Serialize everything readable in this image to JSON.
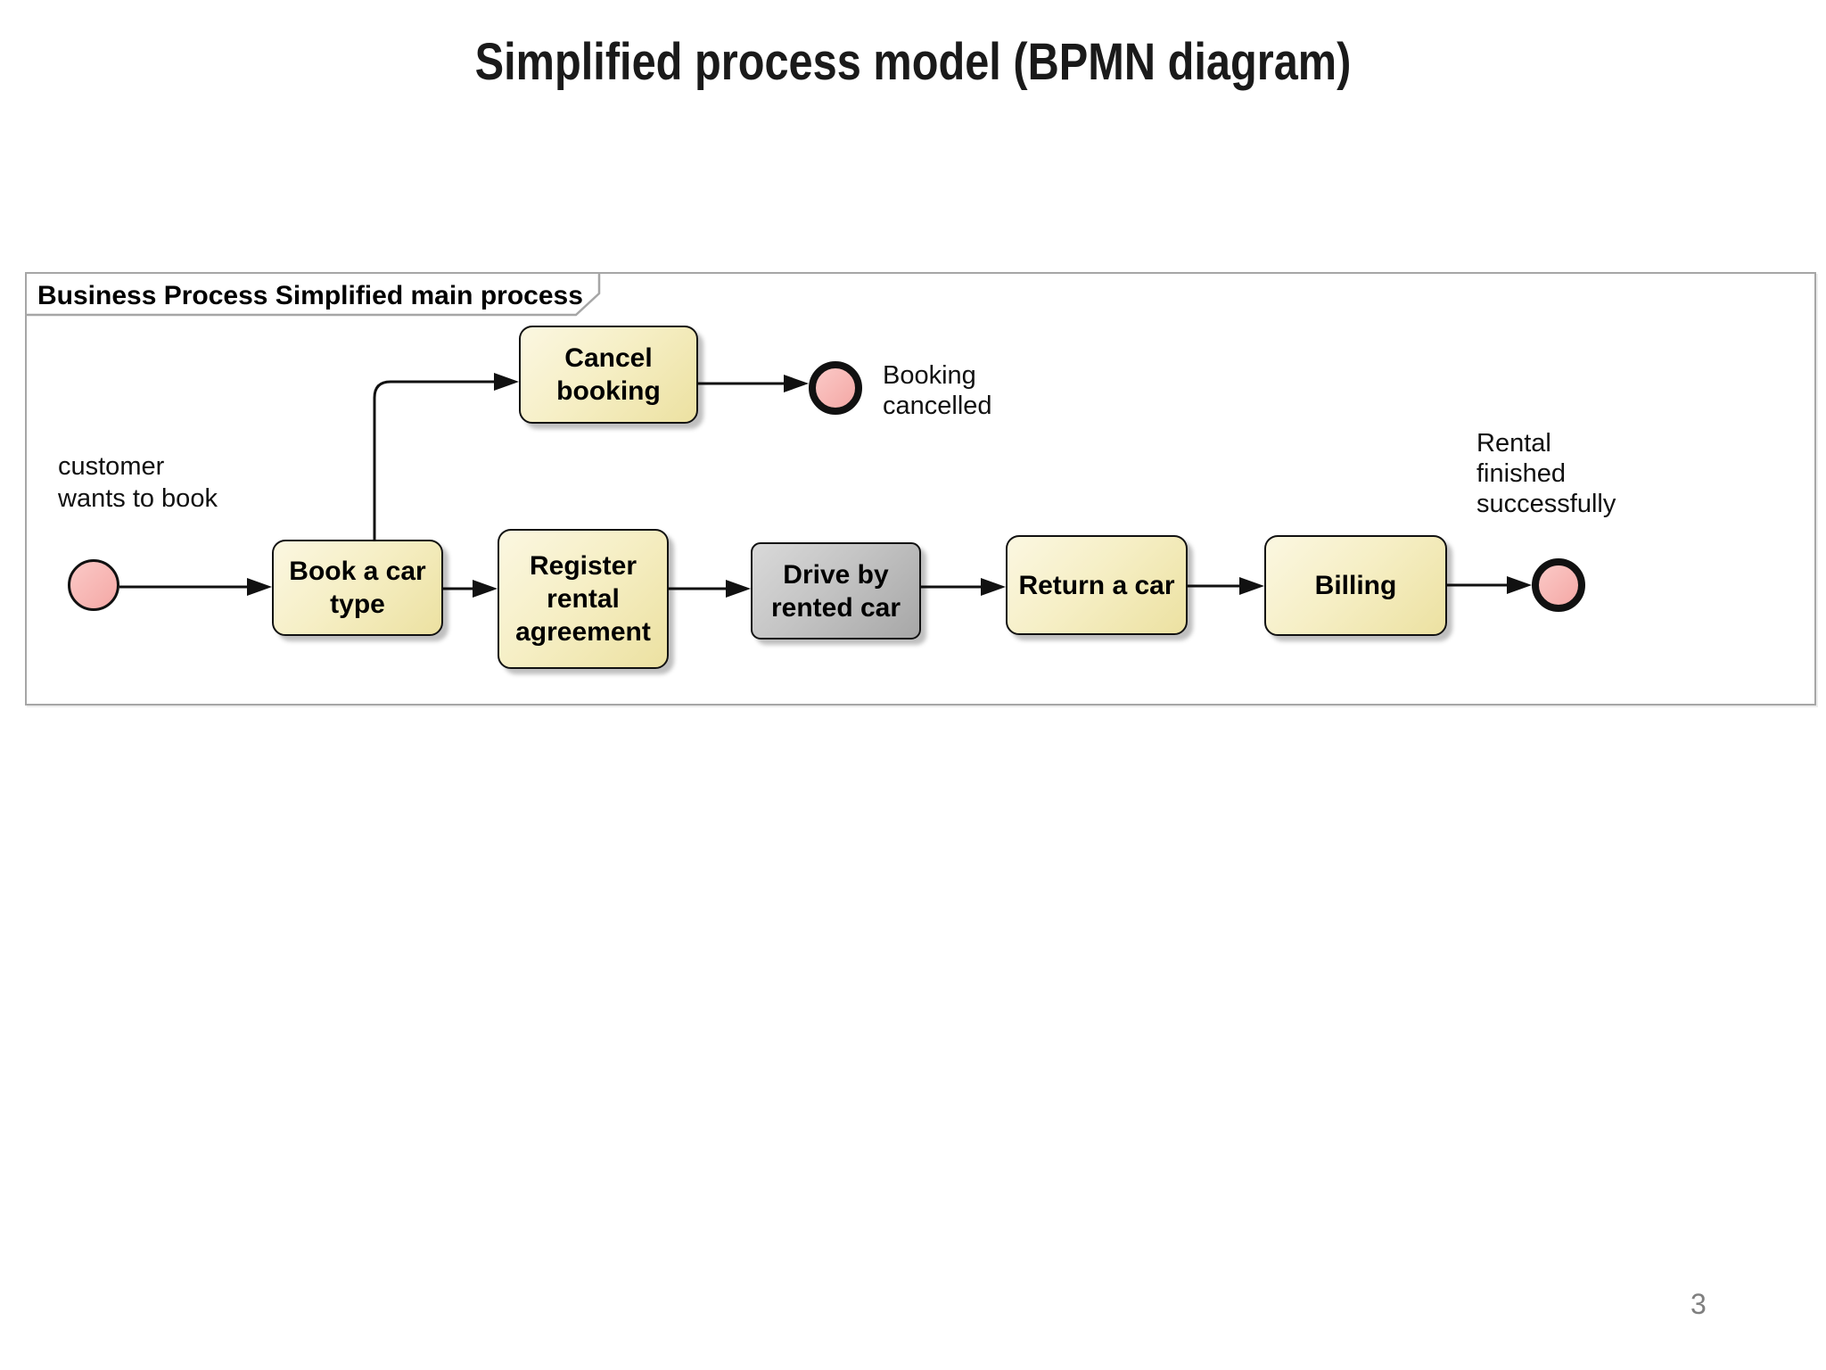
{
  "page": {
    "title": "Simplified process model (BPMN diagram)",
    "page_number": "3"
  },
  "pool": {
    "label": "Business Process Simplified main process"
  },
  "tasks": [
    {
      "id": "cancel-booking",
      "label": "Cancel\nbooking",
      "style": "default"
    },
    {
      "id": "book-a-car-type",
      "label": "Book a car\ntype",
      "style": "default"
    },
    {
      "id": "register-rental-agreement",
      "label": "Register\nrental\nagreement",
      "style": "default"
    },
    {
      "id": "drive-by-rented-car",
      "label": "Drive by\nrented car",
      "style": "gray"
    },
    {
      "id": "return-a-car",
      "label": "Return a car",
      "style": "default"
    },
    {
      "id": "billing",
      "label": "Billing",
      "style": "default"
    }
  ],
  "events": [
    {
      "id": "start",
      "kind": "start-event",
      "label": "customer\nwants to book"
    },
    {
      "id": "end-cancelled",
      "kind": "end-event",
      "label": "Booking\ncancelled"
    },
    {
      "id": "end-success",
      "kind": "end-event",
      "label": "Rental\nfinished\nsuccessfully"
    }
  ],
  "colors": {
    "task-fill-light": "#FBF7E1",
    "task-fill-dark": "#ECE1A1",
    "task-border": "#111111",
    "gray-fill-light": "#D9D9D9",
    "gray-fill-dark": "#A7A7A7",
    "event-fill-light": "#FBC9C7",
    "event-fill-dark": "#F4A8A5",
    "event-border": "#111111",
    "pool-border": "#A6A6A6",
    "flow-color": "#111111",
    "page-number-color": "#7F7F7F"
  }
}
